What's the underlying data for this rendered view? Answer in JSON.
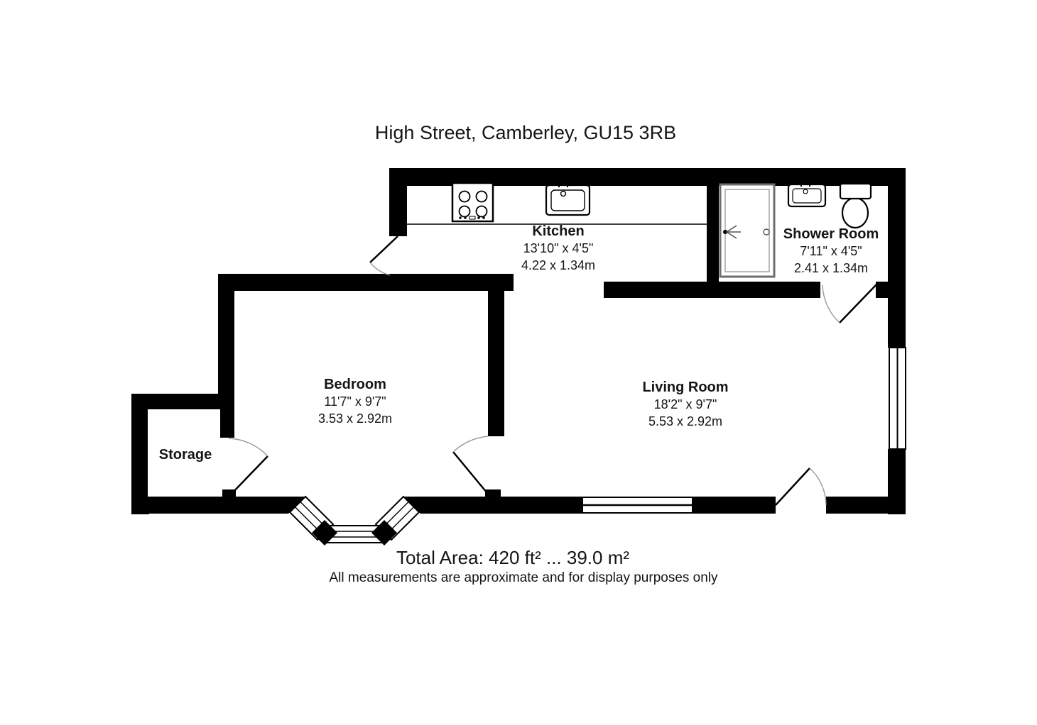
{
  "title": "High Street, Camberley, GU15 3RB",
  "rooms": [
    {
      "name": "Kitchen",
      "dims_ft": "13'10\" x 4'5\"",
      "dims_m": "4.22 x 1.34m"
    },
    {
      "name": "Shower Room",
      "dims_ft": "7'11\" x 4'5\"",
      "dims_m": "2.41 x 1.34m"
    },
    {
      "name": "Bedroom",
      "dims_ft": "11'7\" x 9'7\"",
      "dims_m": "3.53 x 2.92m"
    },
    {
      "name": "Living Room",
      "dims_ft": "18'2\" x 9'7\"",
      "dims_m": "5.53 x 2.92m"
    },
    {
      "name": "Storage"
    }
  ],
  "footer": {
    "total_area": "Total Area: 420 ft² ... 39.0 m²",
    "disclaimer": "All measurements are approximate and for display purposes only"
  },
  "fixtures": [
    "hob",
    "kitchen-sink",
    "shower-enclosure",
    "shower-head",
    "basin",
    "toilet"
  ],
  "features": [
    "bay-window",
    "windows",
    "door-swings"
  ],
  "colors": {
    "walls": "#000000",
    "background": "#ffffff",
    "door_arc": "#999999",
    "shower_frame": "#7a7a7a"
  }
}
